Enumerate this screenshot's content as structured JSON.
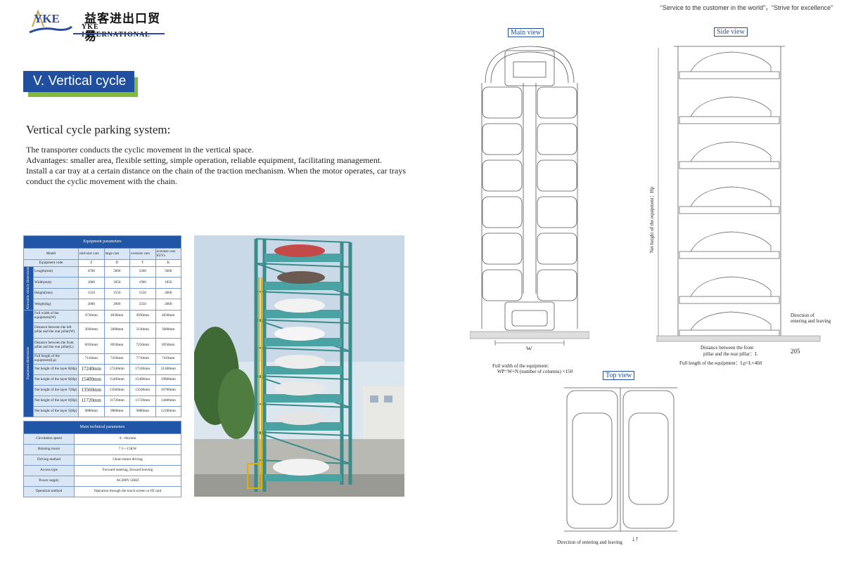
{
  "header": {
    "logo_mark": "YKE",
    "company_cn": "益客进出口贸易",
    "company_en": "YKE INTERNATIONAL",
    "slogan": "“Service to the customer in the world”，“Strive for excellence”"
  },
  "section": {
    "title": "V. Vertical cycle",
    "heading": "Vertical cycle parking system:",
    "paragraphs": [
      "The transporter conducts the cyclic movement in the vertical space.",
      "Advantages: smaller area, flexible setting, simple operation, reliable equipment, facilitating management.",
      "Install a car tray at a certain distance on the chain of the traction mechanism. When the motor operates, car trays conduct the cyclic movement with the chain."
    ]
  },
  "equipment_table": {
    "title": "Equipment parameters",
    "model_label": "Model",
    "models": [
      "mid-size cars",
      "large cars",
      "oversize cars",
      "oversize cars SUVs"
    ],
    "code_label": "Equipment code",
    "codes": [
      "Z",
      "D",
      "T",
      "K"
    ],
    "group1_label": "Allowable vehicle dimensions",
    "group1_rows": [
      {
        "label": "Length(mm)",
        "values": [
          "4700",
          "5000",
          "5300",
          "5000"
        ]
      },
      {
        "label": "Width(mm)",
        "values": [
          "1800",
          "1850",
          "1900",
          "1850"
        ]
      },
      {
        "label": "Height(mm)",
        "values": [
          "1550",
          "1550",
          "1550",
          "2000"
        ]
      },
      {
        "label": "Weight(kg)",
        "values": [
          "2000",
          "2000",
          "2350",
          "2000"
        ]
      }
    ],
    "group2_label": "Equipment dimensions",
    "group2_rows": [
      {
        "label": "Full width of the equipment(W)",
        "values": [
          "4730mm",
          "4830mm",
          "4930mm",
          "4830mm"
        ]
      },
      {
        "label": "Distance between the left pillar and the rear pillar(W)",
        "values": [
          "3030mm",
          "3080mm",
          "3130mm",
          "3080mm"
        ]
      },
      {
        "label": "Distance between the front pillar and the rear pillar(L)",
        "values": [
          "6650mm",
          "6950mm",
          "7250mm",
          "6950mm"
        ]
      },
      {
        "label": "Full length of the equipment(Lp)",
        "values": [
          "7110mm",
          "7410mm",
          "7710mm",
          "7410mm"
        ]
      },
      {
        "label": "Net height of the layer 8(Hp)",
        "values": [
          "17240mm",
          "17240mm",
          "17240mm",
          "21380mm"
        ]
      },
      {
        "label": "Net height of the layer 8(Hp)",
        "values": [
          "15400mm",
          "15400mm",
          "15400mm",
          "19080mm"
        ]
      },
      {
        "label": "Net height of the layer 7(Hp)",
        "values": [
          "13560mm",
          "13560mm",
          "13560mm",
          "16780mm"
        ]
      },
      {
        "label": "Net height of the layer 6(Hp)",
        "values": [
          "11720mm",
          "11720mm",
          "11720mm",
          "14480mm"
        ]
      },
      {
        "label": "Net height of the layer 5(Hp)",
        "values": [
          "9880mm",
          "9880mm",
          "9880mm",
          "12180mm"
        ]
      }
    ]
  },
  "technical_table": {
    "title": "Main technical parameters",
    "rows": [
      {
        "label": "Circulation speed",
        "value": "4—6m/min"
      },
      {
        "label": "Hoisting motor",
        "value": "7.5—15KW"
      },
      {
        "label": "Driving method",
        "value": "Chain motor driving"
      },
      {
        "label": "Access type",
        "value": "Forward entering, forward leaving"
      },
      {
        "label": "Power supply",
        "value": "AC380V  50HZ"
      },
      {
        "label": "Operation method",
        "value": "Operation through the touch screen or ID card"
      }
    ]
  },
  "drawings": {
    "main_view_label": "Main view",
    "side_view_label": "Side view",
    "top_view_label": "Top view",
    "w_label": "W",
    "main_caption_1": "Full width of the equipment:",
    "main_caption_2": "WP=W+N (number of columns) ×150",
    "side_height": "Net height of the equipment：Hp",
    "side_direction_1": "Direction of",
    "side_direction_2": "entering and leaving",
    "side_distance_1": "Distance between the front",
    "side_distance_2": "pillar and the rear pillar：L",
    "side_205": "205",
    "side_full_length": "Full length of the equipment：Lp=L+460",
    "top_direction": "Direction of entering and leaving"
  },
  "colors": {
    "brand_blue": "#1f4f9e",
    "accent_green": "#7fba3a",
    "steel_teal": "#3a8c8c"
  }
}
